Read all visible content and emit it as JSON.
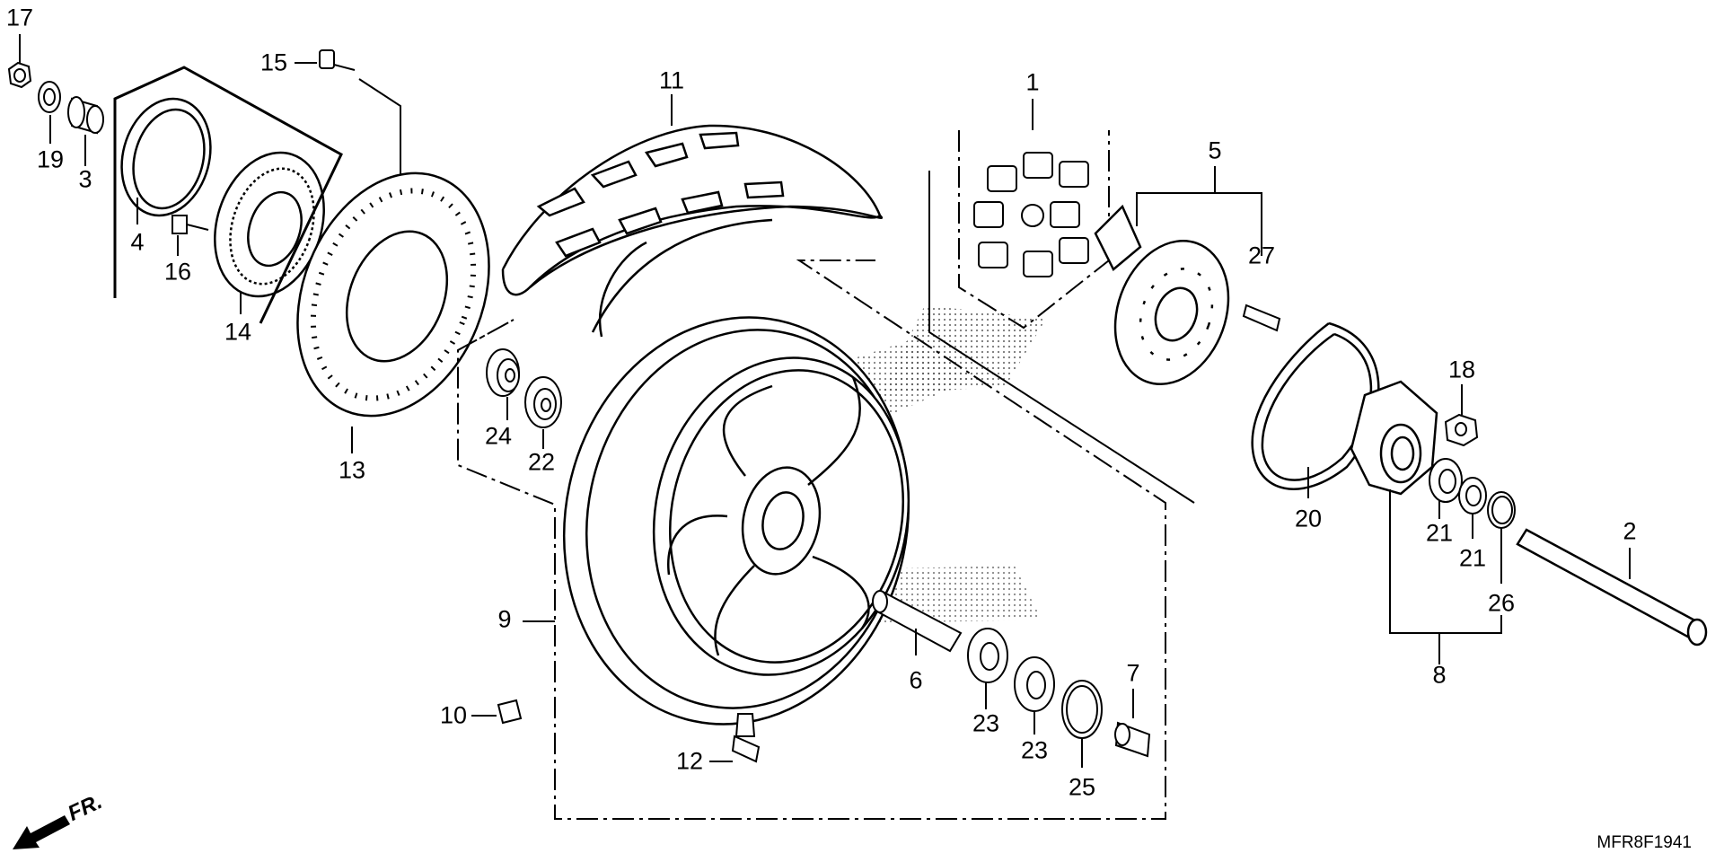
{
  "diagram": {
    "code": "MFR8F1941",
    "direction_label": "FR.",
    "labels": [
      "1",
      "2",
      "3",
      "4",
      "5",
      "6",
      "7",
      "8",
      "9",
      "10",
      "11",
      "12",
      "13",
      "14",
      "15",
      "16",
      "17",
      "18",
      "19",
      "20",
      "21",
      "21",
      "22",
      "23",
      "23",
      "24",
      "25",
      "26",
      "27"
    ]
  }
}
